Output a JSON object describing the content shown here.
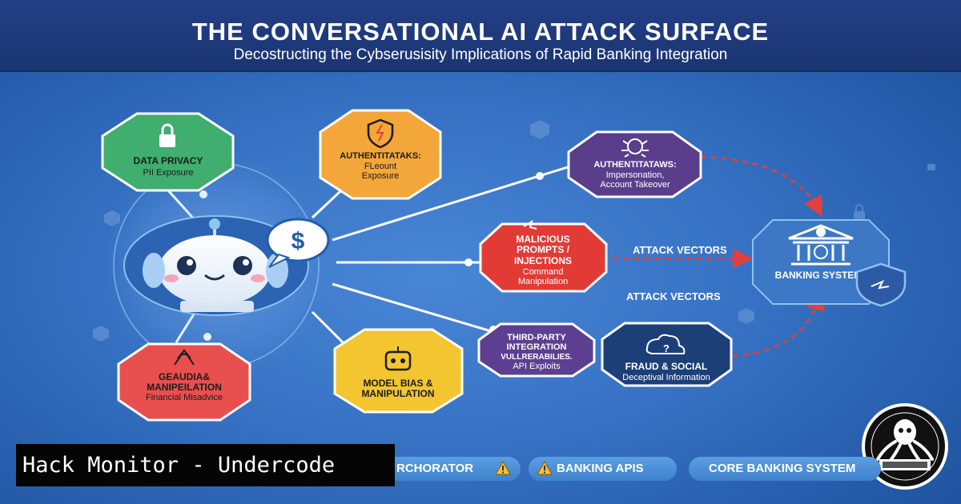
{
  "header": {
    "title": "THE CONVERSATIONAL AI ATTACK SURFACE",
    "subtitle": "Decostructing the Cybserusisity Implications of Rapid Banking Integration"
  },
  "chatbot": {
    "bubble_symbol": "$"
  },
  "nodes": {
    "data_privacy": {
      "line1": "DATA PRIVACY",
      "line2": "PII Exposure",
      "color": "#3fae6e"
    },
    "auth_attacks": {
      "line1": "AUTHENTITATAKS:",
      "line2": "FLeount",
      "line3": "Exposure",
      "color": "#f3a63a"
    },
    "auth_imperson": {
      "line1": "AUTHENTITATAWS:",
      "line2": "Impersonation,",
      "line3": "Account Takeover",
      "color": "#5a3e8c"
    },
    "malicious": {
      "line1": "MALICIOUS",
      "line2": "PROMPTS /",
      "line3": "INJECTIONS",
      "line4": "Command",
      "line5": "Manipulation",
      "color": "#e23b36"
    },
    "third_party": {
      "line1": "THIRD-PARTY",
      "line2": "INTEGRATION",
      "line3": "VULLRERABILIES.",
      "line4": "API Exploits",
      "color": "#5d3f91"
    },
    "fraud": {
      "line1": "FRAUD & SOCIAL",
      "line2": "Deceptival Information",
      "color": "#1c3f78"
    },
    "model_bias": {
      "line1": "MODEL BIAS &",
      "line2": "MANIPULATION",
      "color": "#f2c531"
    },
    "geaudia": {
      "line1": "GEAUDIA&",
      "line2": "MANIPEILATION",
      "line3": "Financial Misadvice",
      "color": "#e7504f"
    }
  },
  "banking": {
    "label": "BANKING SYSTEM"
  },
  "vectors": {
    "top": "ATTACK VECTORS",
    "bottom": "ATTACK VECTORS"
  },
  "footer": {
    "item1": "RCHORATOR",
    "item2": "BANKING APIS",
    "item3": "CORE BANKING SYSTEM"
  },
  "watermark": {
    "text": "Hack Monitor - Undercode"
  }
}
